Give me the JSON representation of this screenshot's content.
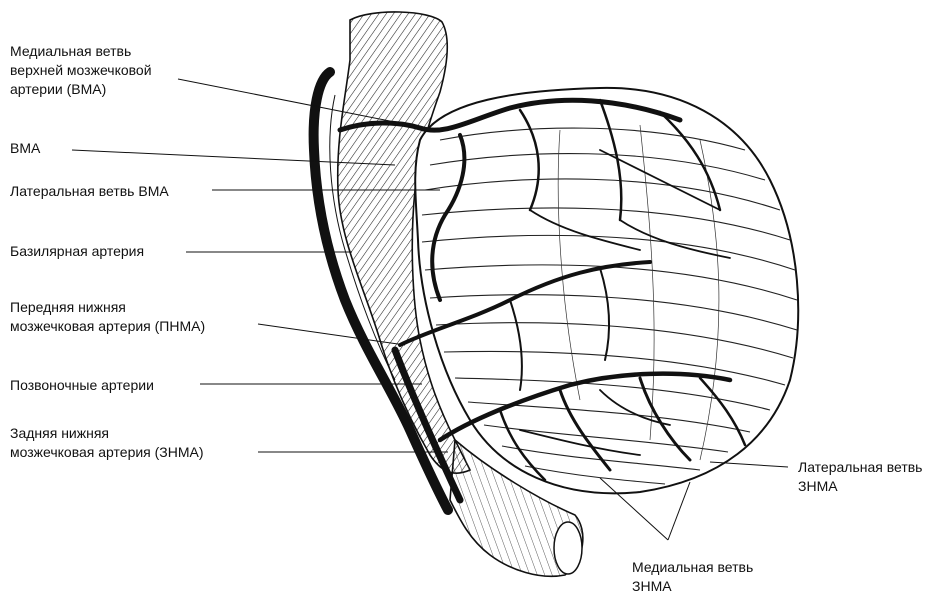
{
  "labels": {
    "sca_medial_line1": "Медиальная ветвь",
    "sca_medial_line2": "верхней мозжечковой",
    "sca_medial_line3": "артерии (ВМА)",
    "sca": "ВМА",
    "sca_lateral": "Латеральная ветвь ВМА",
    "basilar": "Базилярная артерия",
    "aica_line1": "Передняя нижняя",
    "aica_line2": "мозжечковая артерия (ПНМА)",
    "vertebral": "Позвоночные артерии",
    "pica_line1": "Задняя нижняя",
    "pica_line2": "мозжечковая артерия (ЗНМА)",
    "pica_lateral_line1": "Латеральная ветвь",
    "pica_lateral_line2": "ЗНМА",
    "pica_medial_line1": "Медиальная ветвь",
    "pica_medial_line2": "ЗНМА"
  },
  "colors": {
    "ink": "#111111",
    "background": "#ffffff"
  }
}
